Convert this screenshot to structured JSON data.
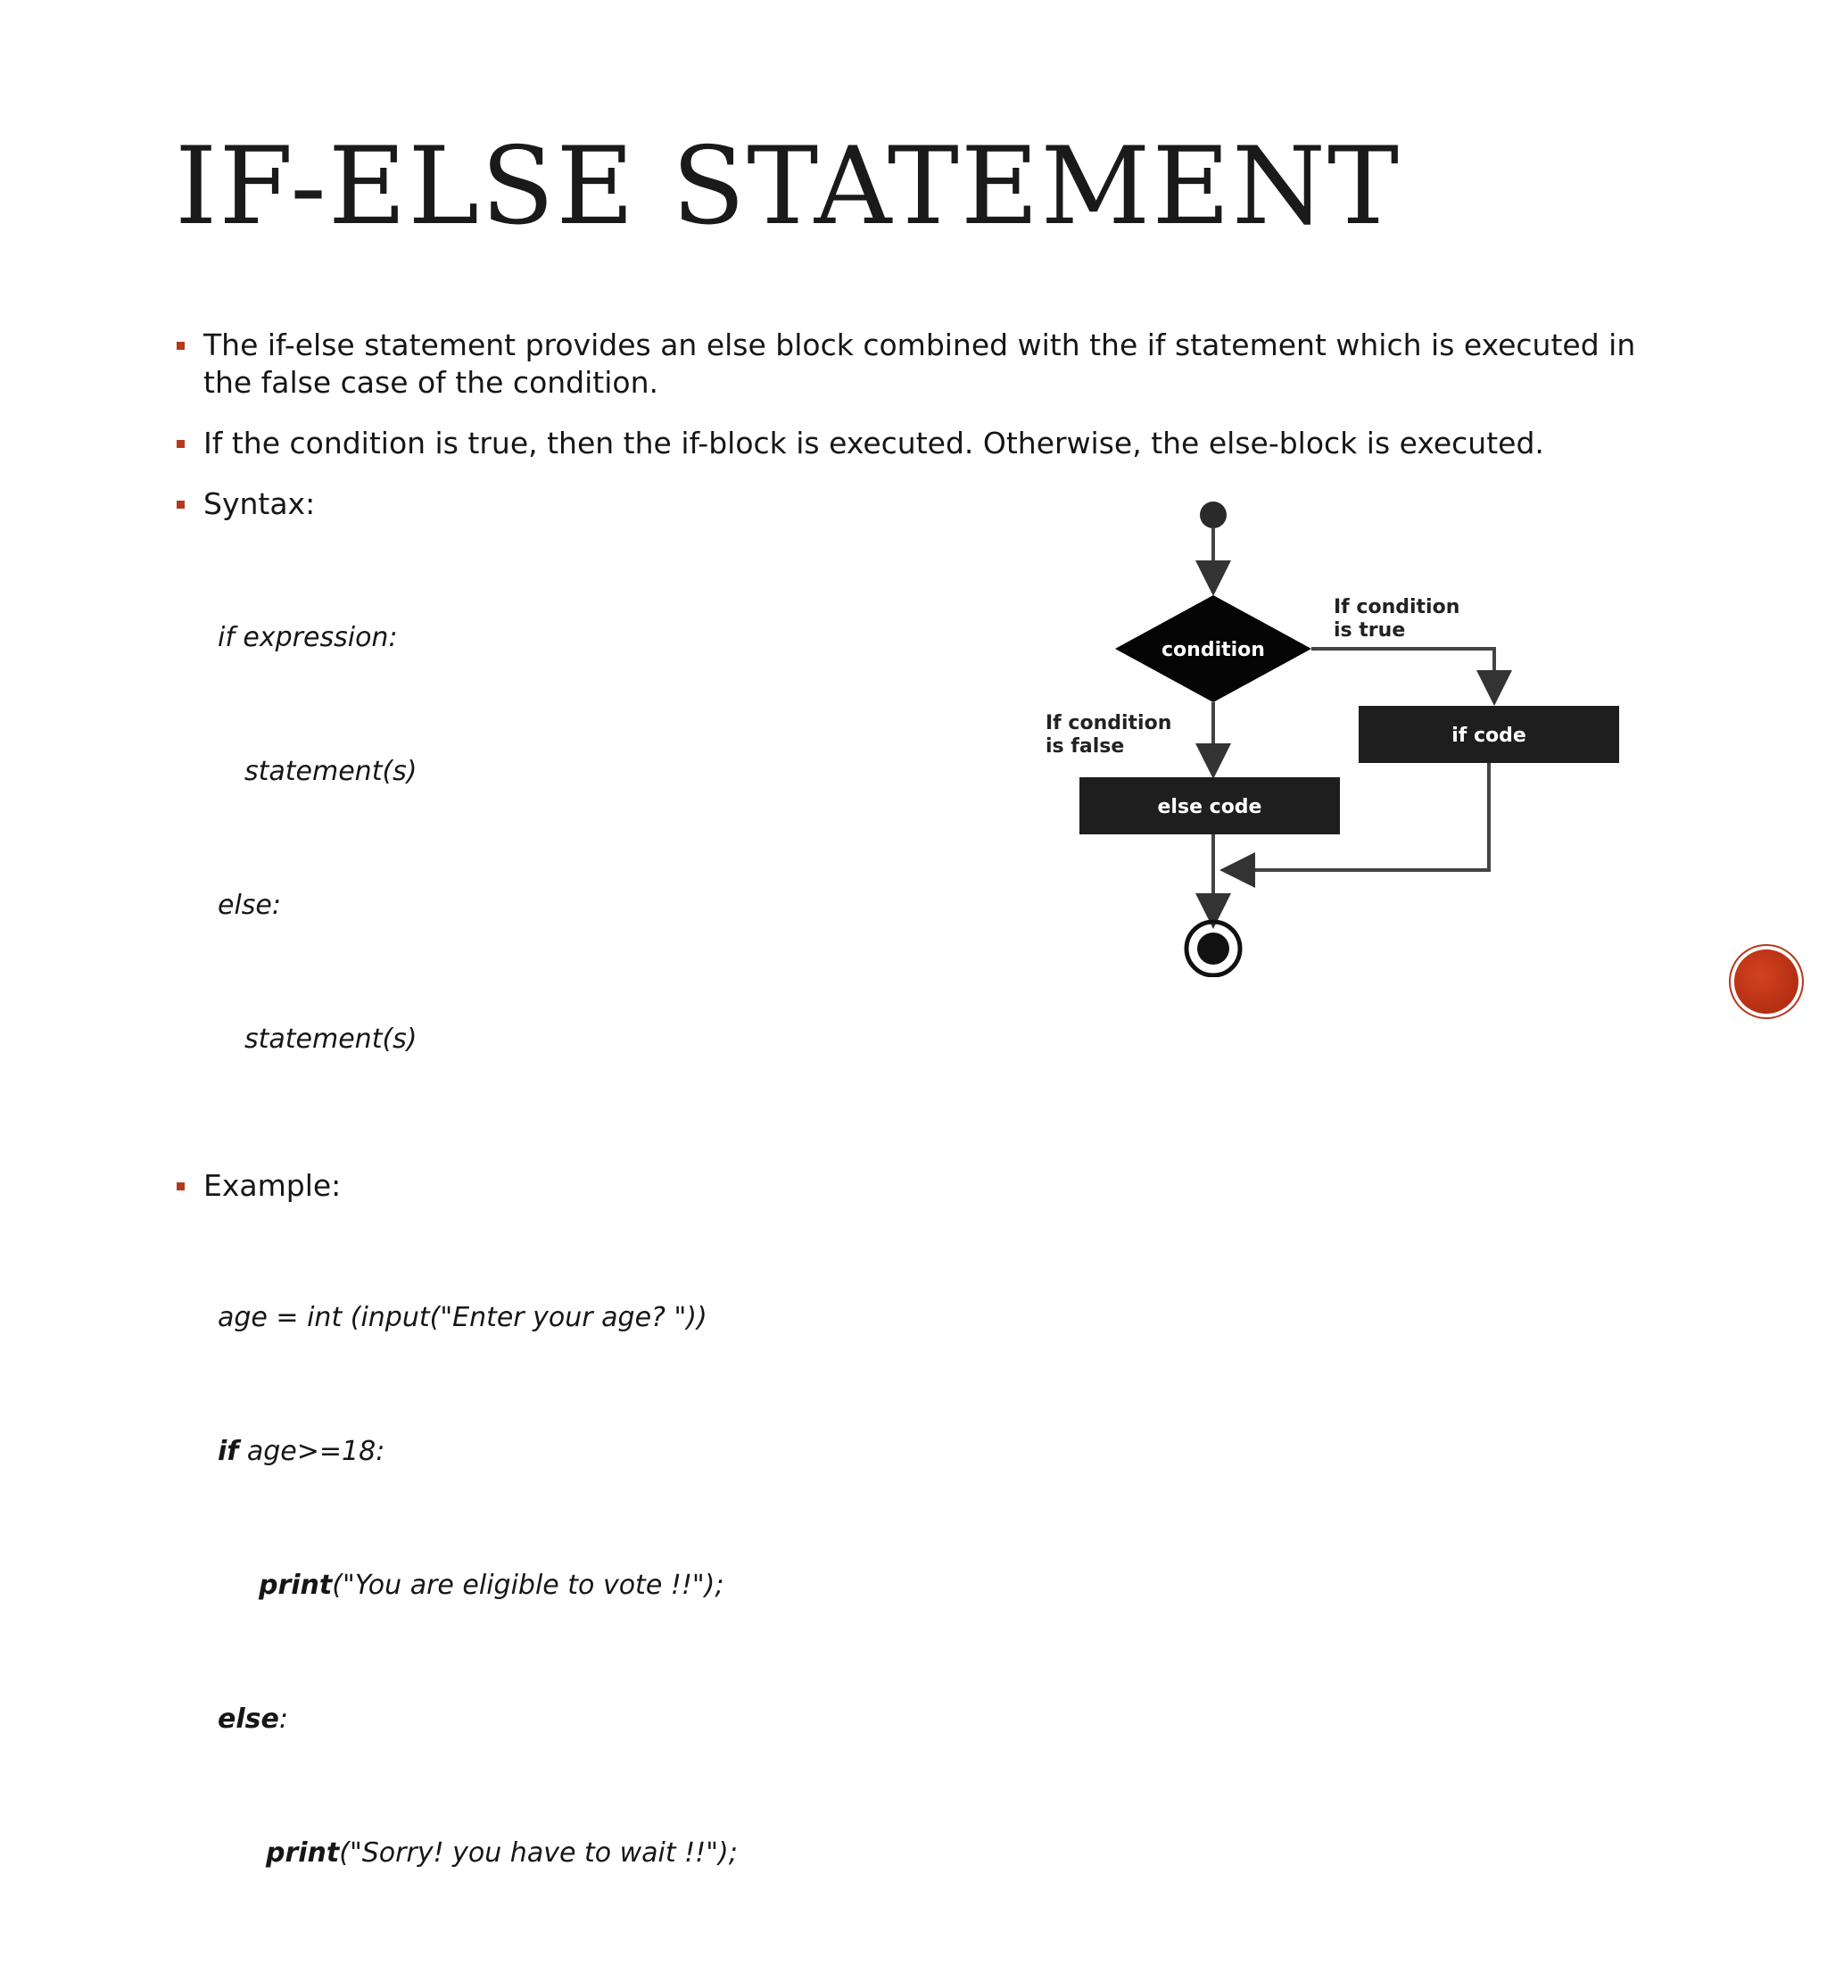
{
  "slide": {
    "title": "IF-ELSE STATEMENT",
    "bullets": {
      "b1": "The if-else statement provides an else block combined with the if statement which is executed in the false case of the condition.",
      "b2": "If the condition is true, then the if-block is executed. Otherwise, the else-block is executed.",
      "b3": "Syntax:",
      "b4": "Example:"
    },
    "syntax": {
      "line1": "if expression:",
      "line2": "statement(s)",
      "line3": "else:",
      "line4": "statement(s)"
    },
    "example": {
      "line1": "age = int (input(\"Enter your age? \"))",
      "line2_kw": "if",
      "line2_rest": " age>=18:",
      "line3_kw": "print",
      "line3_rest": "(\"You are eligible to vote !!\");",
      "line4_kw": "else",
      "line4_rest": ":",
      "line5_kw": "print",
      "line5_rest": "(\"Sorry! you have to wait !!\");"
    },
    "flowchart": {
      "condition": "condition",
      "true_label_1": "If condition",
      "true_label_2": "is true",
      "false_label_1": "If condition",
      "false_label_2": "is false",
      "if_code": "if code",
      "else_code": "else code"
    }
  },
  "colors": {
    "accent": "#b5391f",
    "box": "#1e1e1e"
  },
  "icons": {
    "bullet": "square-bullet-icon",
    "nav": "circle-nav-icon"
  }
}
